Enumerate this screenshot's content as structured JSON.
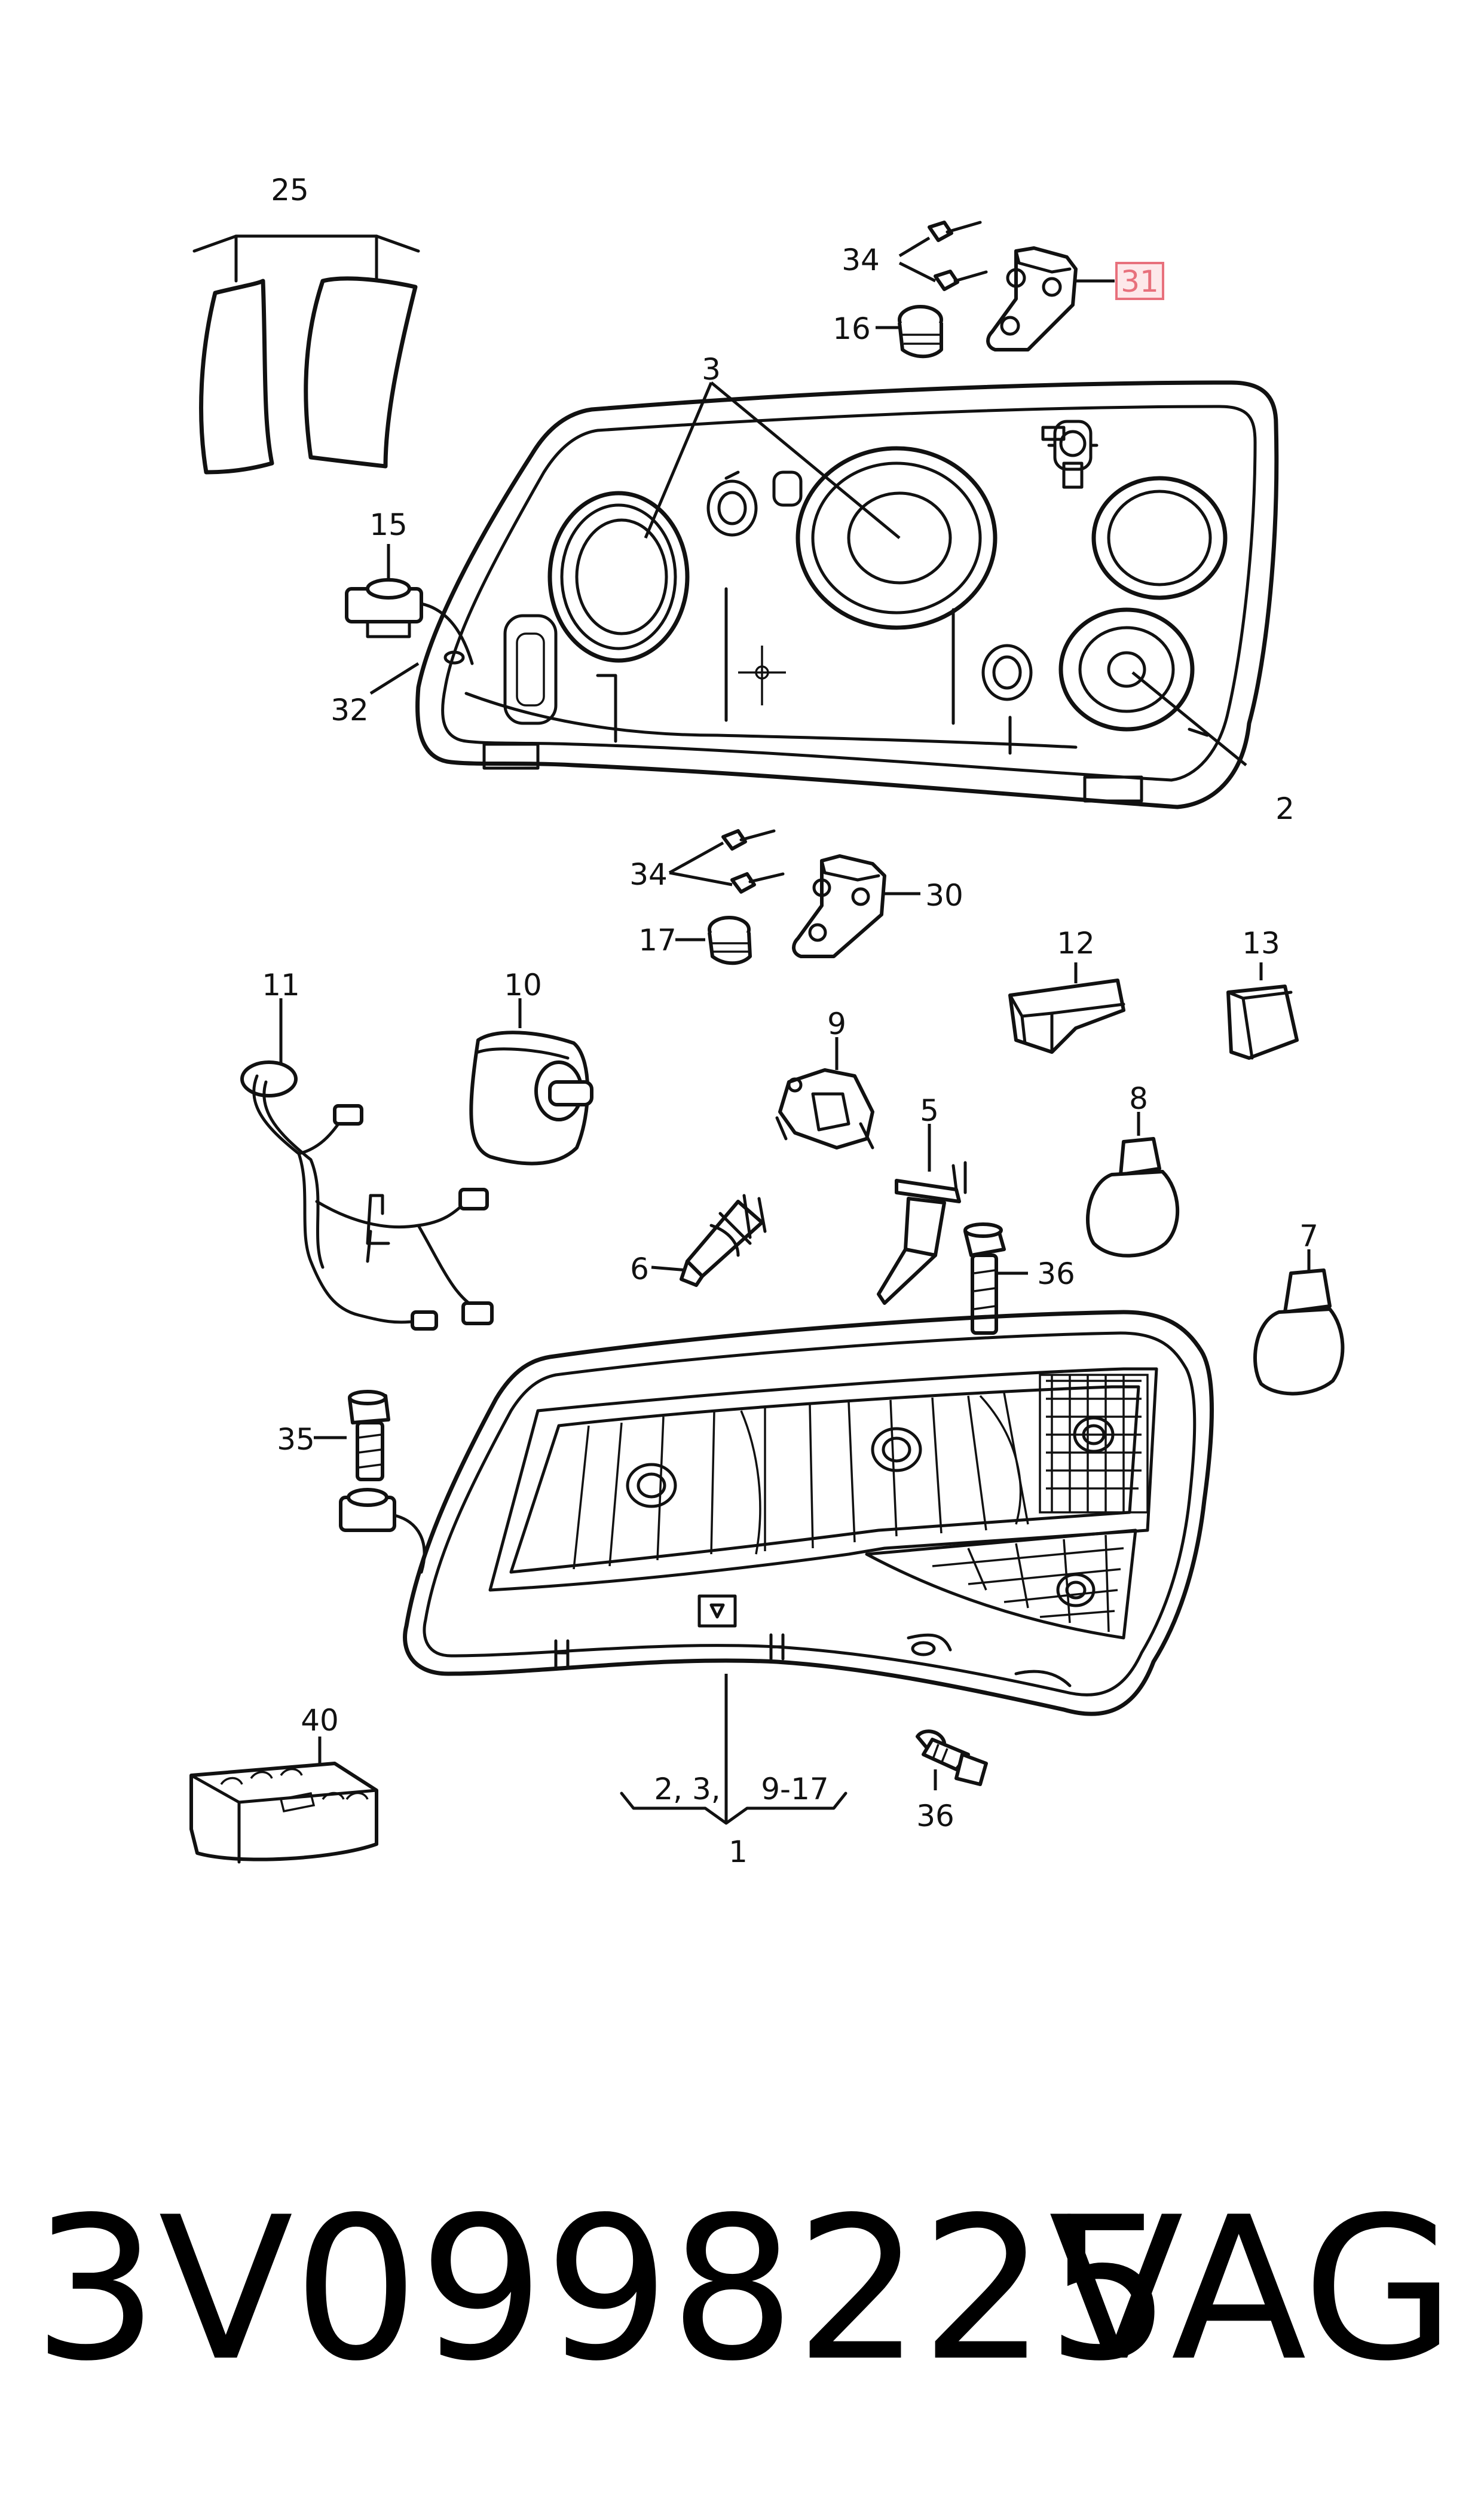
{
  "diagram": {
    "callouts": [
      {
        "id": "c25",
        "label": "25"
      },
      {
        "id": "c34a",
        "label": "34"
      },
      {
        "id": "c31",
        "label": "31",
        "highlighted": true
      },
      {
        "id": "c16",
        "label": "16"
      },
      {
        "id": "c3",
        "label": "3"
      },
      {
        "id": "c15",
        "label": "15"
      },
      {
        "id": "c32",
        "label": "32"
      },
      {
        "id": "c2",
        "label": "2"
      },
      {
        "id": "c34b",
        "label": "34"
      },
      {
        "id": "c30",
        "label": "30"
      },
      {
        "id": "c17",
        "label": "17"
      },
      {
        "id": "c12",
        "label": "12"
      },
      {
        "id": "c13",
        "label": "13"
      },
      {
        "id": "c11",
        "label": "11"
      },
      {
        "id": "c10",
        "label": "10"
      },
      {
        "id": "c9",
        "label": "9"
      },
      {
        "id": "c5",
        "label": "5"
      },
      {
        "id": "c8",
        "label": "8"
      },
      {
        "id": "c6",
        "label": "6"
      },
      {
        "id": "c36a",
        "label": "36"
      },
      {
        "id": "c7",
        "label": "7"
      },
      {
        "id": "c35",
        "label": "35"
      },
      {
        "id": "c40",
        "label": "40"
      },
      {
        "id": "c2_3",
        "label": "2, 3,"
      },
      {
        "id": "c9_17",
        "label": "9-17"
      },
      {
        "id": "c1",
        "label": "1"
      },
      {
        "id": "c36b",
        "label": "36"
      }
    ],
    "highlight_color": "#e8707c"
  },
  "footer": {
    "part_number": "3V0998225A",
    "brand": "VAG"
  }
}
